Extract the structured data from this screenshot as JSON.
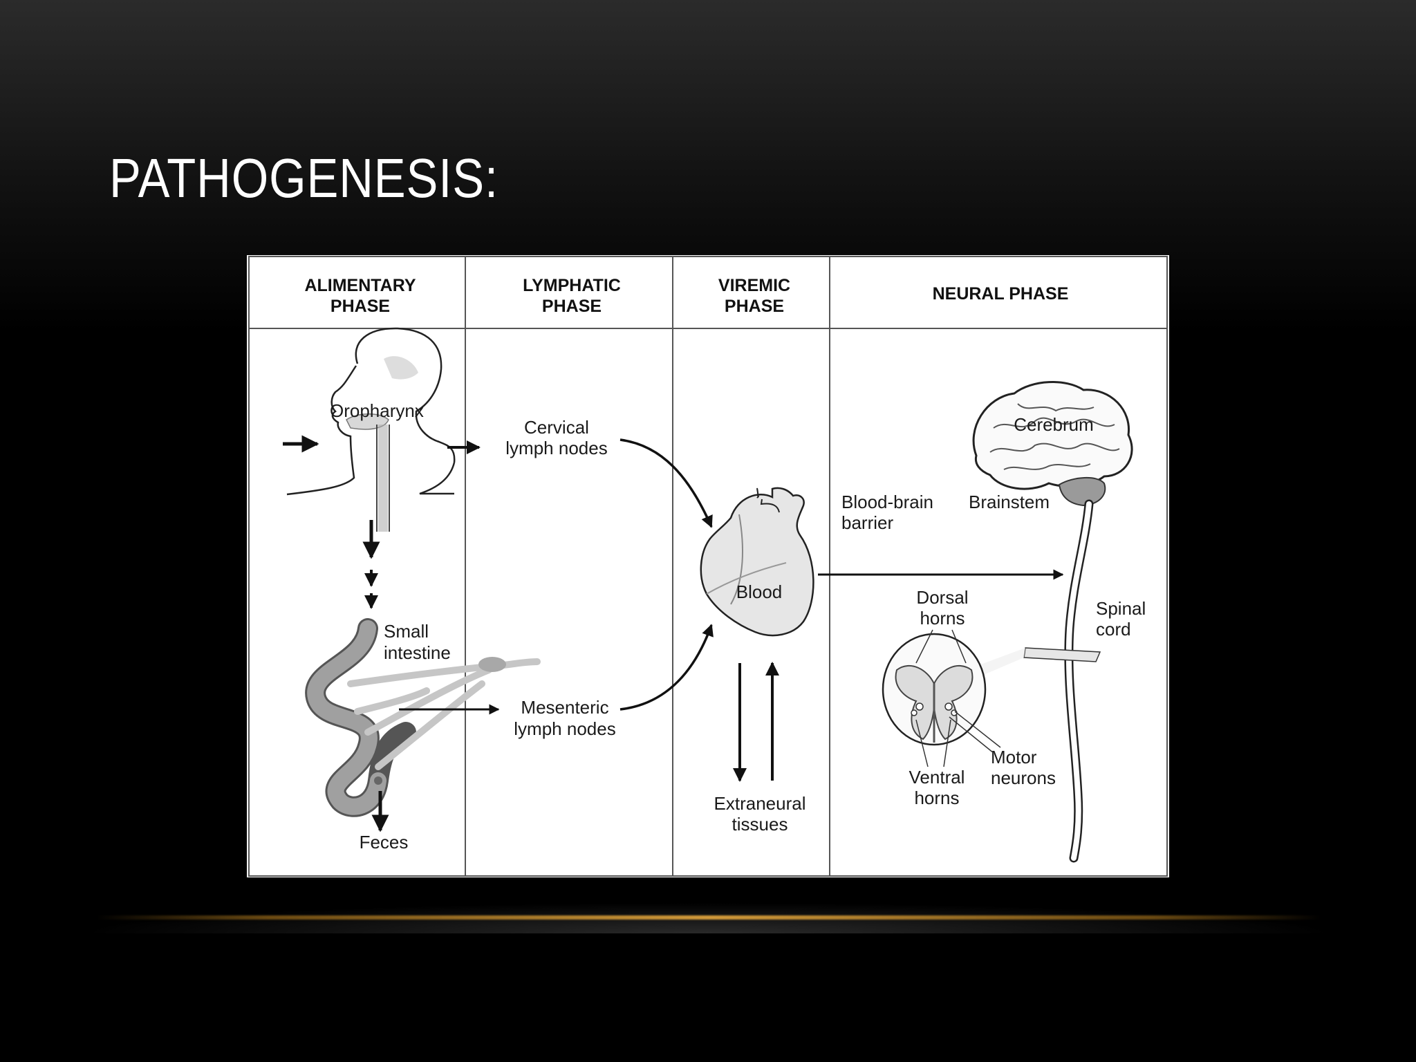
{
  "slide": {
    "title": "PATHOGENESIS:"
  },
  "diagram": {
    "phases": [
      {
        "line1": "ALIMENTARY",
        "line2": "PHASE"
      },
      {
        "line1": "LYMPHATIC",
        "line2": "PHASE"
      },
      {
        "line1": "VIREMIC",
        "line2": "PHASE"
      },
      {
        "line1": "NEURAL PHASE",
        "line2": ""
      }
    ],
    "labels": {
      "oropharynx": "Oropharynx",
      "small_intestine_1": "Small",
      "small_intestine_2": "intestine",
      "feces": "Feces",
      "cervical_1": "Cervical",
      "cervical_2": "lymph nodes",
      "mesenteric_1": "Mesenteric",
      "mesenteric_2": "lymph nodes",
      "blood": "Blood",
      "extraneural_1": "Extraneural",
      "extraneural_2": "tissues",
      "bbb_1": "Blood-brain",
      "bbb_2": "barrier",
      "cerebrum": "Cerebrum",
      "brainstem": "Brainstem",
      "dorsal_1": "Dorsal",
      "dorsal_2": "horns",
      "spinal_1": "Spinal",
      "spinal_2": "cord",
      "ventral_1": "Ventral",
      "ventral_2": "horns",
      "motor_1": "Motor",
      "motor_2": "neurons"
    }
  }
}
